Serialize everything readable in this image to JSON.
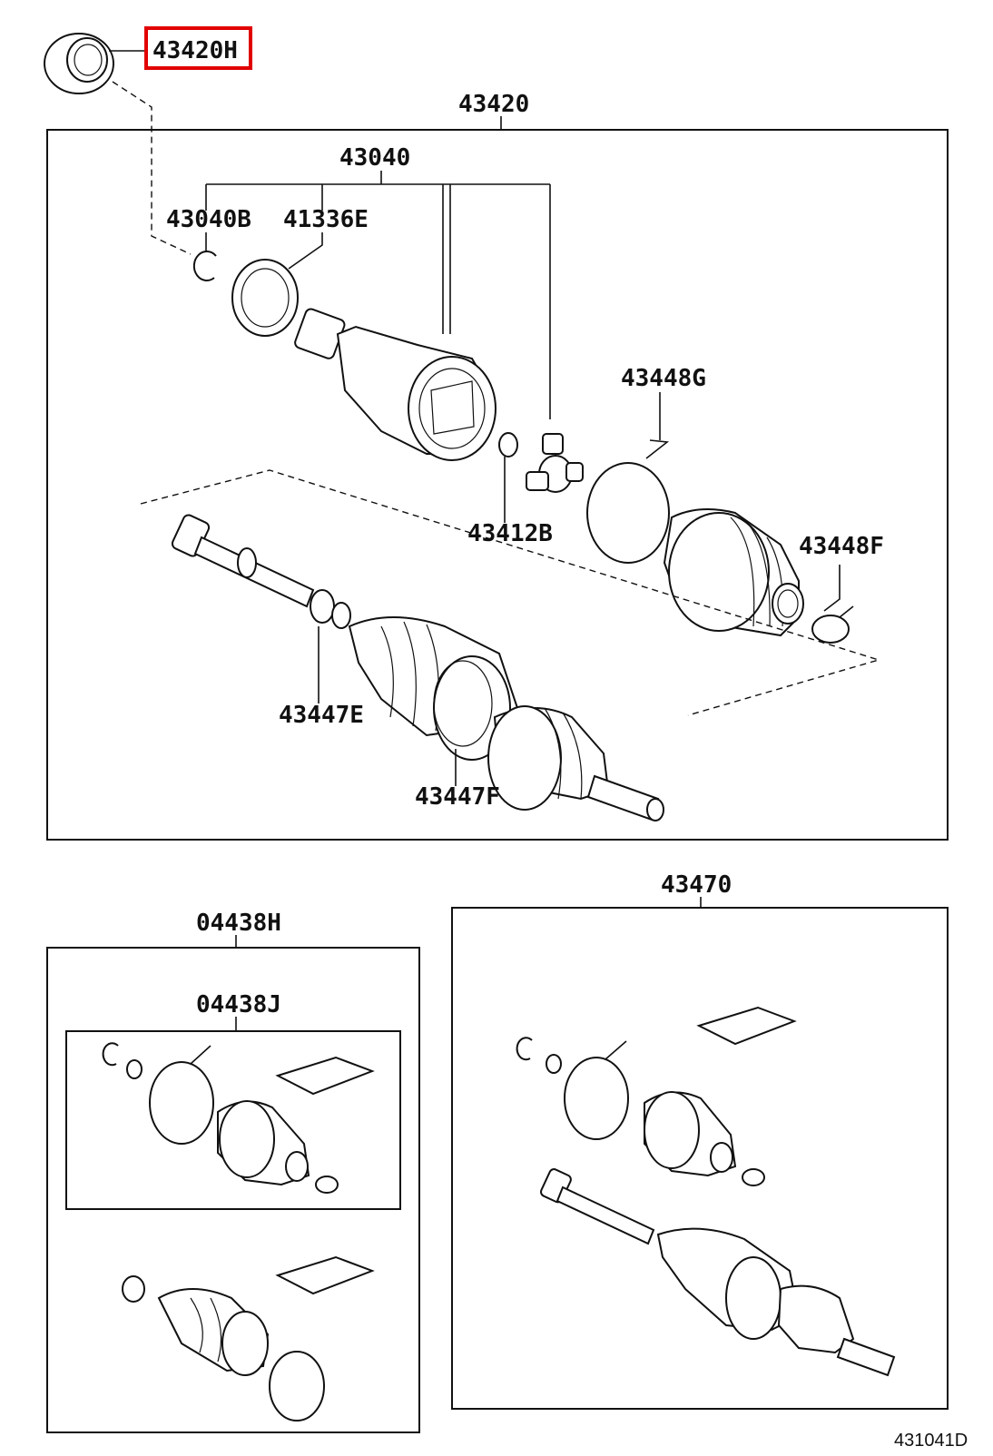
{
  "diagram_code": "431041D",
  "highlight_color": "#e10000",
  "parts": {
    "bearing": "43420H",
    "shaft_assy": "43420",
    "inboard_joint_assy": "43040",
    "snap_ring": "43040B",
    "dust_seal": "41336E",
    "boot_clamp_large": "43448G",
    "tripod_snap_ring": "43412B",
    "boot_clamp_small": "43448F",
    "outboard_small_clamp": "43447E",
    "outboard_large_clamp": "43447F",
    "boot_kit_inboard": "04438H",
    "boot_kit_inboard_sub": "04438J",
    "outboard_joint_assy": "43470"
  }
}
